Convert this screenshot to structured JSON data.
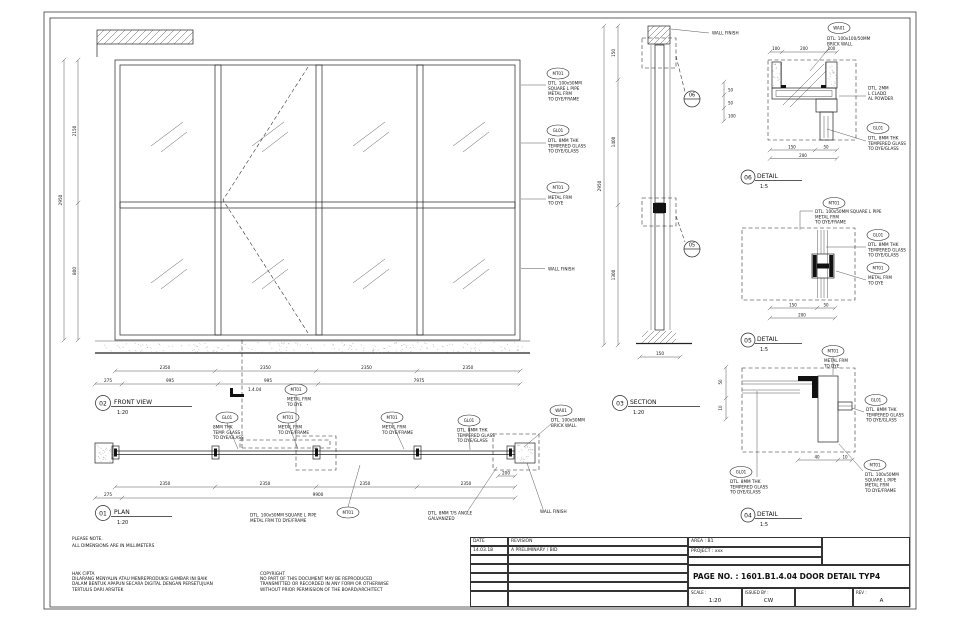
{
  "labels": {
    "front": {
      "num": "02",
      "title": "FRONT VIEW",
      "scale": "1:20"
    },
    "plan": {
      "num": "01",
      "title": "PLAN",
      "scale": "1:20"
    },
    "section": {
      "num": "03",
      "title": "SECTION",
      "scale": "1:20"
    },
    "detail06": {
      "num": "06",
      "title": "DETAIL",
      "scale": "1:5"
    },
    "detail05": {
      "num": "05",
      "title": "DETAIL",
      "scale": "1:5"
    },
    "detail04": {
      "num": "04",
      "title": "DETAIL",
      "scale": "1:5"
    },
    "ref06": "06",
    "ref05": "05",
    "door_tag": "1.4.04"
  },
  "tags": {
    "mt01": "MT01",
    "gl01": "GL01",
    "wa01": "WA01"
  },
  "notes": {
    "mt01_stack": [
      "DTL. 100x50MM",
      "SQUARE L PIPE",
      "METAL FRM",
      "TO DYE/FRAME"
    ],
    "mt01_line": [
      "DTL. 100x50MM SQUARE L PIPE",
      "METAL FRM",
      "TO DYE/FRAME"
    ],
    "mt01_long2": [
      "DTL. 100x50MM SQUARE L PIPE",
      "METAL FRM TO DYE/FRAME"
    ],
    "mt01_short": [
      "METAL FRM",
      "TO DYE"
    ],
    "mt01_frame": [
      "METAL FRM",
      "TO DYE/FRAME"
    ],
    "gl01": [
      "DTL. 8MM THK",
      "TEMPERED GLASS",
      "TO DYE/GLASS"
    ],
    "glass_plan": [
      "8MM THK",
      "TEMP. GLASS",
      "TO DYE/GLASS"
    ],
    "wa01_small": [
      "DTL. 100x50MM",
      "BRICK WALL"
    ],
    "wa01_large": [
      "DTL. 100x100/50MM",
      "BRICK WALL"
    ],
    "cladding": [
      "DTL. 2MM",
      "L CLADD",
      "AL POWDER"
    ],
    "angle": [
      "DTL. 8MM T/S ANGLE",
      "GALVANIZED"
    ],
    "wall_finish": "WALL FINISH"
  },
  "dims": {
    "front_left": [
      "2150",
      "800"
    ],
    "front_total": "2950",
    "front_bottom": [
      "2350",
      "2350",
      "2350",
      "2350"
    ],
    "front_bottom2": [
      "275",
      "995",
      "995",
      "7975"
    ],
    "plan_top": [
      "2350",
      "2350",
      "2350",
      "2350"
    ],
    "plan_bottom": [
      "275",
      "9900"
    ],
    "plan_gap": "200",
    "section_left": [
      "150",
      "1400",
      "1300"
    ],
    "section_total": "2950",
    "section_right": [
      "50",
      "50",
      "100"
    ],
    "section_bottom": "150",
    "d06_top": [
      "100",
      "200",
      "100"
    ],
    "d06_bottom": [
      "150",
      "50"
    ],
    "d06_total": "200",
    "d05_bottom": [
      "150",
      "50"
    ],
    "d05_total": "200",
    "d04_left": [
      "50",
      "10"
    ],
    "d04_bottom": [
      "40",
      "10"
    ]
  },
  "footer": {
    "note1": "PLEASE NOTE.",
    "note2": "ALL DIMENSIONS ARE IN MILLIMETERS",
    "hak_title": "HAK CIPTA",
    "hak_lines": [
      "DILARANG MENYALIN ATAU MENREPRODUKSI GAMBAR INI BAIK",
      "DALAM BENTUK APAPUN SECARA DIGITAL DENGAN PERSETUJUAN",
      "TERTULIS DARI ARSITEK"
    ],
    "copy_title": "COPYRIGHT",
    "copy_lines": [
      "NO PART OF THIS DOCUMENT MAY BE REPRODUCED",
      "TRANSMITTED OR RECORDED IN ANY FORM OR OTHERWISE",
      "WITHOUT PRIOR PERMISSION OF THE BOARD/ARCHITECT"
    ]
  },
  "titleblock": {
    "date_header": "DATE",
    "revision_header": "REVISION",
    "rev_date": "14.03.18",
    "rev_text": "A   PRELIMINARY / BID",
    "area": "AREA : B1",
    "project": "PROJECT : xxx",
    "page_no": "PAGE NO. : 1601.B1.4.04 DOOR DETAIL TYP4",
    "scale_label": "SCALE :",
    "scale": "1:20",
    "issued_label": "ISSUED BY :",
    "issued": "CW",
    "rev_label": "REV :",
    "rev": "A"
  }
}
